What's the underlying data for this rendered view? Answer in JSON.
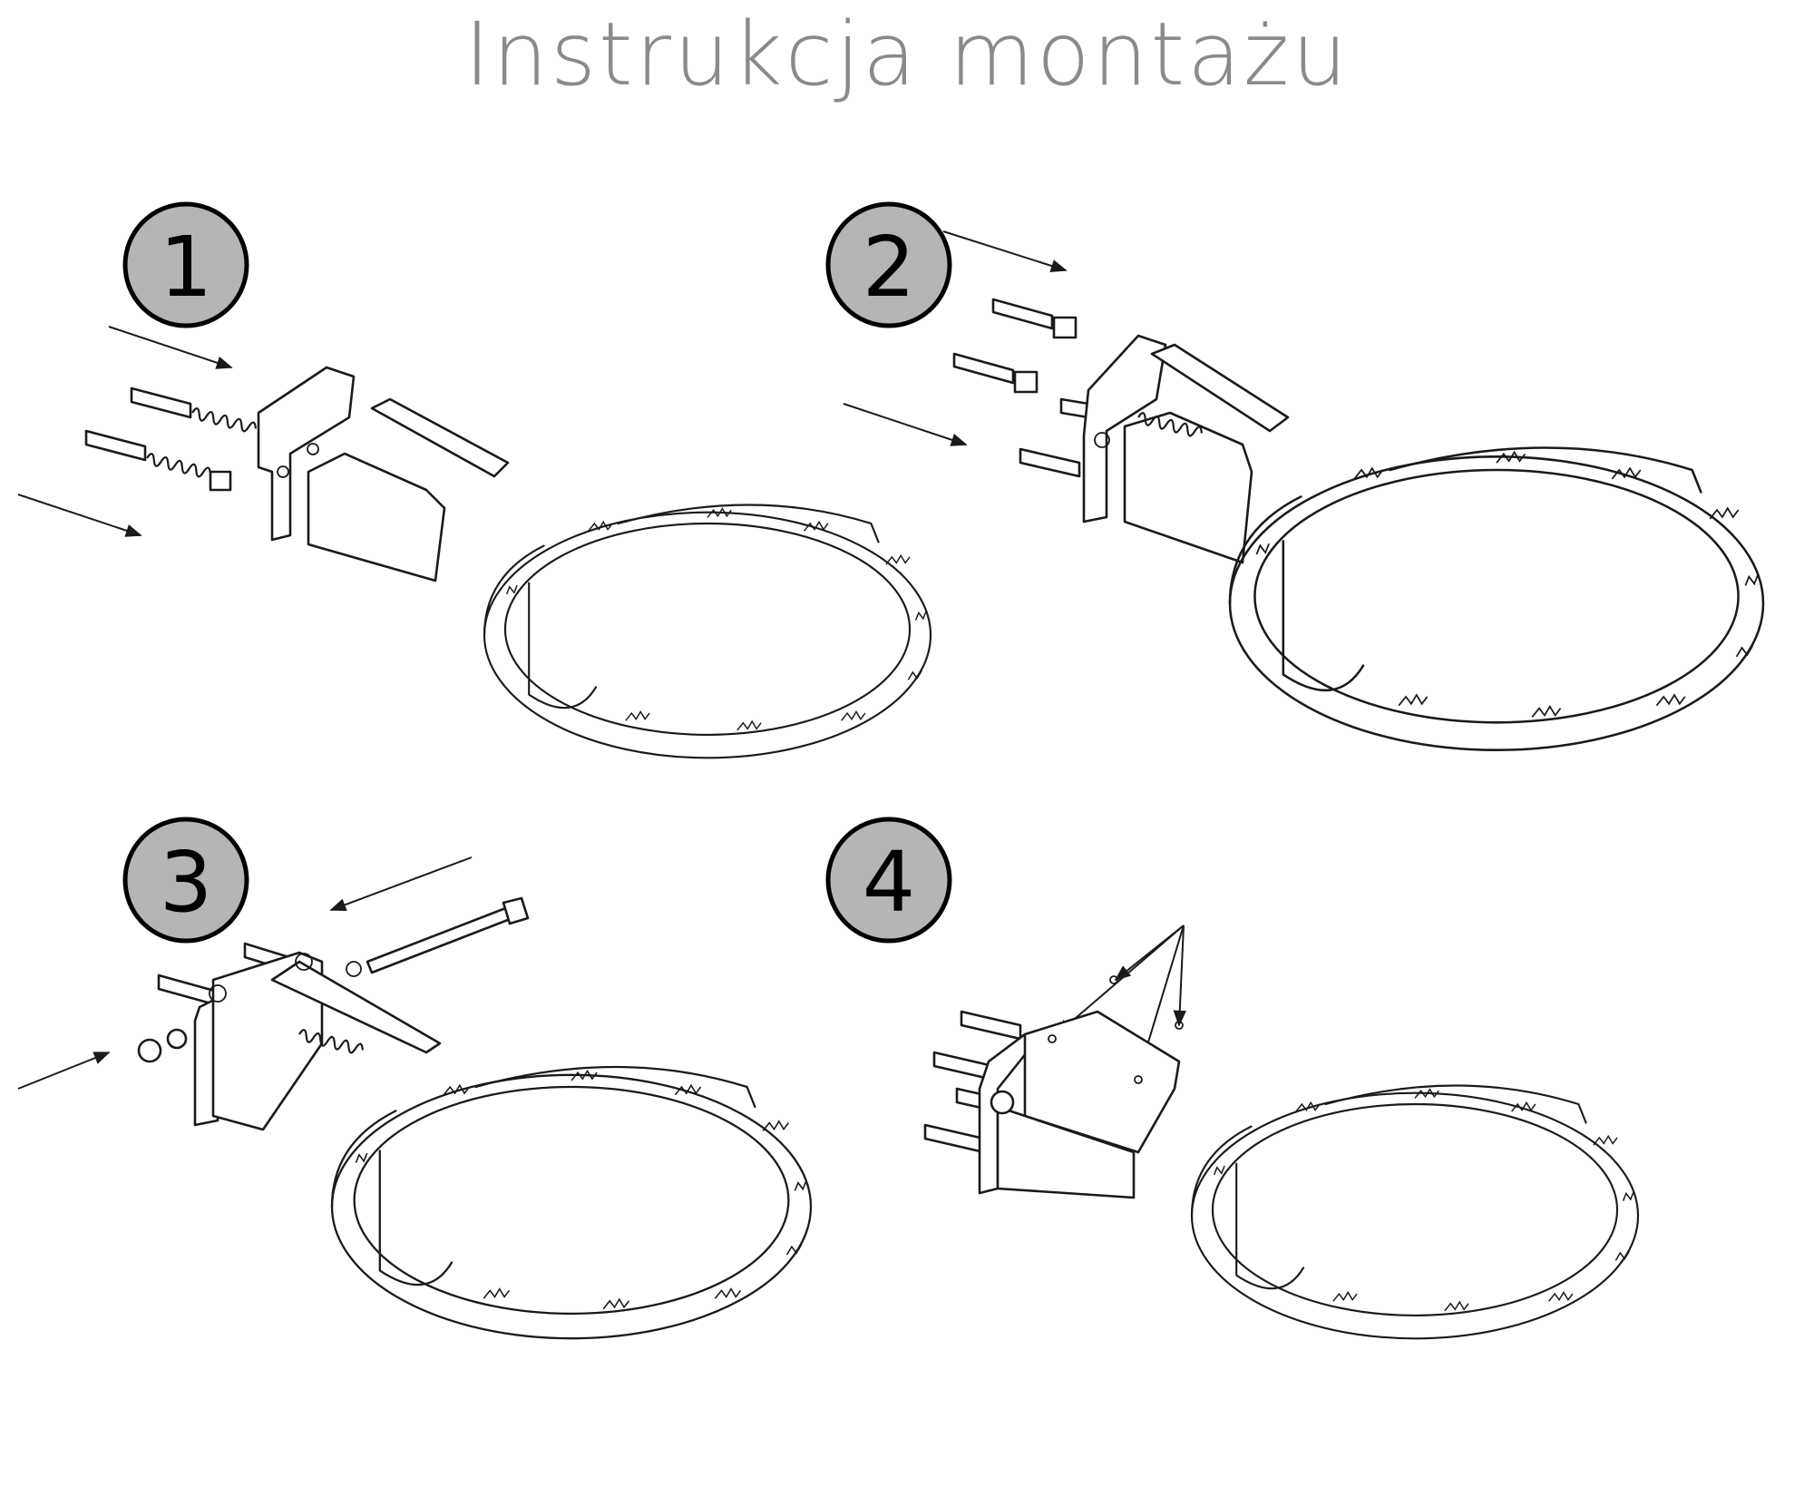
{
  "title": "Instrukcja montażu",
  "colors": {
    "badge_fill": "#b5b5b5",
    "title_color": "#8a8a8a",
    "line": "#1a1a1a"
  },
  "steps": [
    {
      "number": "1"
    },
    {
      "number": "2"
    },
    {
      "number": "3"
    },
    {
      "number": "4"
    }
  ]
}
